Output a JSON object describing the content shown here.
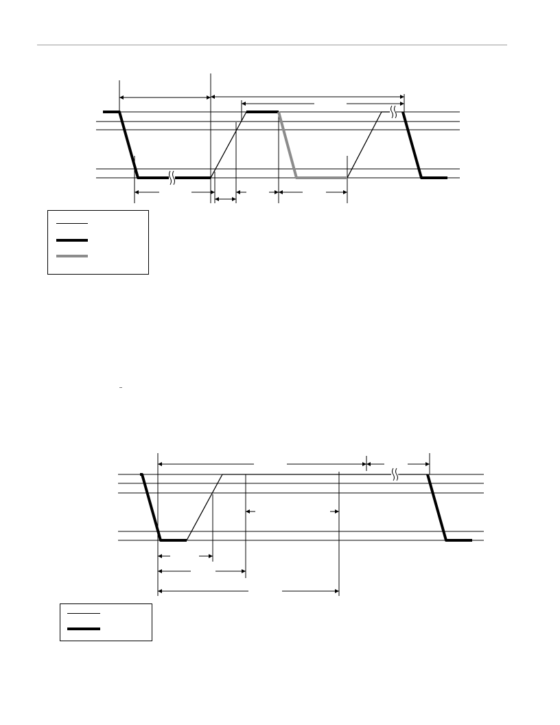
{
  "diagrams": [
    {
      "id": "diagram-1",
      "legend": {
        "entries": [
          {
            "style": "thin"
          },
          {
            "style": "thick"
          },
          {
            "style": "gray"
          }
        ]
      }
    },
    {
      "id": "diagram-2",
      "legend": {
        "entries": [
          {
            "style": "thin"
          },
          {
            "style": "thick"
          }
        ]
      }
    }
  ],
  "colors": {
    "line": "#000000",
    "gray_trace": "#8c8c8c",
    "rule": "#9a9a9a"
  },
  "icons": [
    "break-mark-icon",
    "arrowhead-icon"
  ]
}
